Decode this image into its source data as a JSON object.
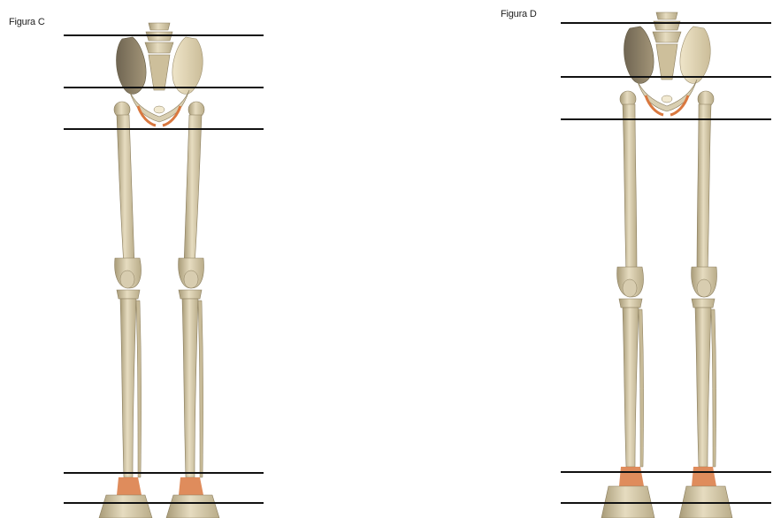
{
  "figure_c": {
    "label": "Figura C"
  },
  "figure_d": {
    "label": "Figura D"
  },
  "colors": {
    "bone_light": "#e2d8bd",
    "bone_mid": "#cfc3a1",
    "bone_shadow": "#9c8f6e",
    "bone_dark": "#7e7257",
    "cartilage": "#d9783f",
    "ilium_dark": "#8b8068",
    "line": "#111111"
  },
  "icons": {
    "skeleton": "lower-limb-skeleton-illustration"
  }
}
